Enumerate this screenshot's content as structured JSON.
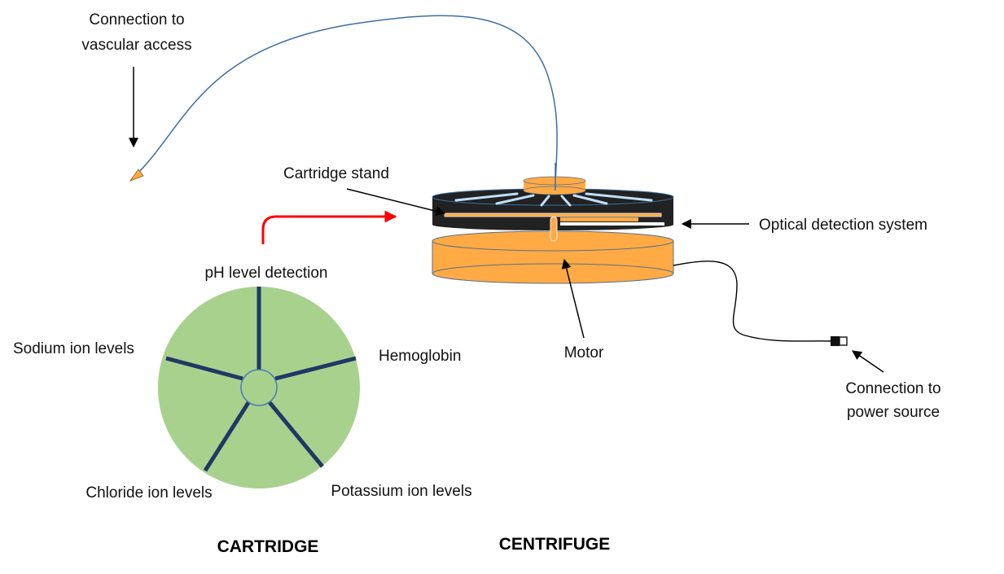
{
  "labels": {
    "vascular_access_line1": "Connection to",
    "vascular_access_line2": "vascular access",
    "cartridge_stand": "Cartridge stand",
    "optical_detection": "Optical detection system",
    "motor": "Motor",
    "power_line1": "Connection to",
    "power_line2": "power source",
    "ph_detection": "pH level detection",
    "sodium": "Sodium ion levels",
    "hemoglobin": "Hemoglobin",
    "chloride": "Chloride ion levels",
    "potassium": "Potassium ion levels",
    "cartridge_title": "CARTRIDGE",
    "centrifuge_title": "CENTRIFUGE"
  },
  "colors": {
    "cartridge_fill": "#a9d18e",
    "cartridge_stroke": "#4a7fb0",
    "channel": "#1f3864",
    "orange": "#ffaa44",
    "orange_stroke": "#5b6f88",
    "centrifuge_body": "#222222",
    "red_arrow": "#ff0000",
    "tube": "#3c6ea4",
    "arrow": "#000000"
  }
}
